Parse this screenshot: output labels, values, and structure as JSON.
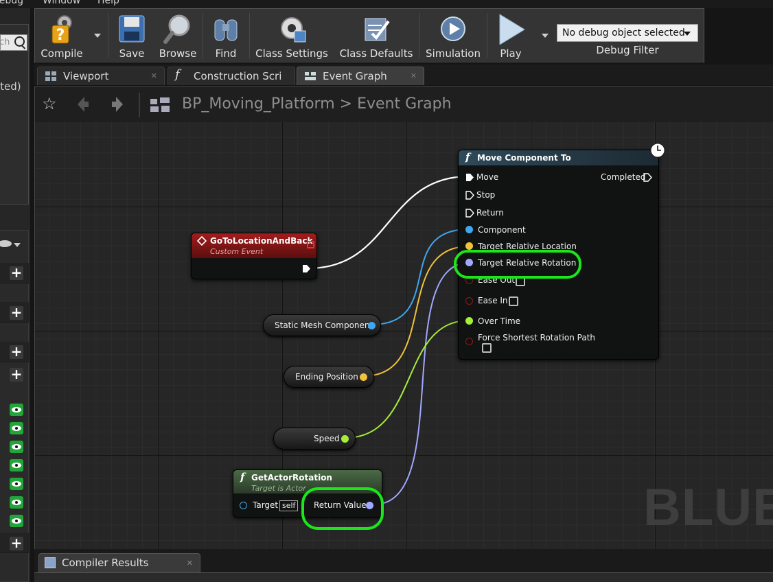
{
  "menu": {
    "items": [
      "Debug",
      "Window",
      "Help"
    ]
  },
  "left_panel": {
    "search_placeholder": "ch",
    "edited_text": "ited)"
  },
  "toolbar": {
    "compile": "Compile",
    "save": "Save",
    "browse": "Browse",
    "find": "Find",
    "class_settings": "Class Settings",
    "class_defaults": "Class Defaults",
    "simulation": "Simulation",
    "play": "Play",
    "debug_select": "No debug object selected",
    "debug_filter": "Debug Filter"
  },
  "tabs": [
    {
      "label": "Viewport"
    },
    {
      "label": "Construction Script"
    },
    {
      "label": "Event Graph"
    }
  ],
  "breadcrumb": {
    "blueprint": "BP_Moving_Platform",
    "separator": ">",
    "graph": "Event Graph"
  },
  "nodes": {
    "move_component": {
      "title": "Move Component To",
      "inputs": [
        "Move",
        "Stop",
        "Return",
        "Component",
        "Target Relative Location",
        "Target Relative Rotation",
        "Ease Out",
        "Ease In",
        "Over Time",
        "Force Shortest Rotation Path"
      ],
      "output": "Completed"
    },
    "custom_event": {
      "title": "GoToLocationAndBack",
      "subtitle": "Custom Event"
    },
    "static_mesh": {
      "label": "Static Mesh Component"
    },
    "ending_position": {
      "label": "Ending Position"
    },
    "speed": {
      "label": "Speed"
    },
    "get_actor_rotation": {
      "title": "GetActorRotation",
      "subtitle": "Target is Actor",
      "target": "Target",
      "self": "self",
      "return_value": "Return Value"
    }
  },
  "watermark": "BLUEP",
  "bottom": {
    "compiler_tab": "Compiler Results"
  },
  "colors": {
    "highlight": "#1be61b",
    "object_pin": "#3fa7ee",
    "vector_pin": "#f2c23a",
    "rotator_pin": "#a0a8ff",
    "float_pin": "#a7ee38",
    "bool_pin": "#8b1a1a",
    "exec_pin": "#ffffff",
    "event_header": "#8a1818",
    "function_header": "#2f4a5a",
    "pure_header": "#3d5a3a"
  }
}
